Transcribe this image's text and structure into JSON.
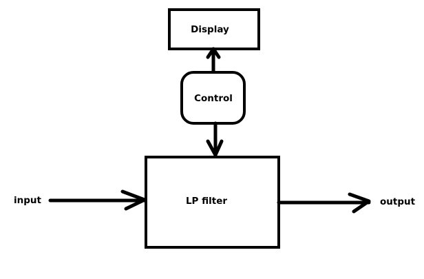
{
  "diagram": {
    "type": "block-diagram",
    "nodes": [
      {
        "id": "display",
        "label": "Display",
        "shape": "rectangle"
      },
      {
        "id": "control",
        "label": "Control",
        "shape": "rounded-rectangle"
      },
      {
        "id": "lp_filter",
        "label": "LP filter",
        "shape": "rectangle"
      }
    ],
    "terminals": {
      "input": "input",
      "output": "output"
    },
    "edges": [
      {
        "from": "control",
        "to": "display"
      },
      {
        "from": "control",
        "to": "lp_filter"
      },
      {
        "from": "input",
        "to": "lp_filter"
      },
      {
        "from": "lp_filter",
        "to": "output"
      }
    ]
  }
}
